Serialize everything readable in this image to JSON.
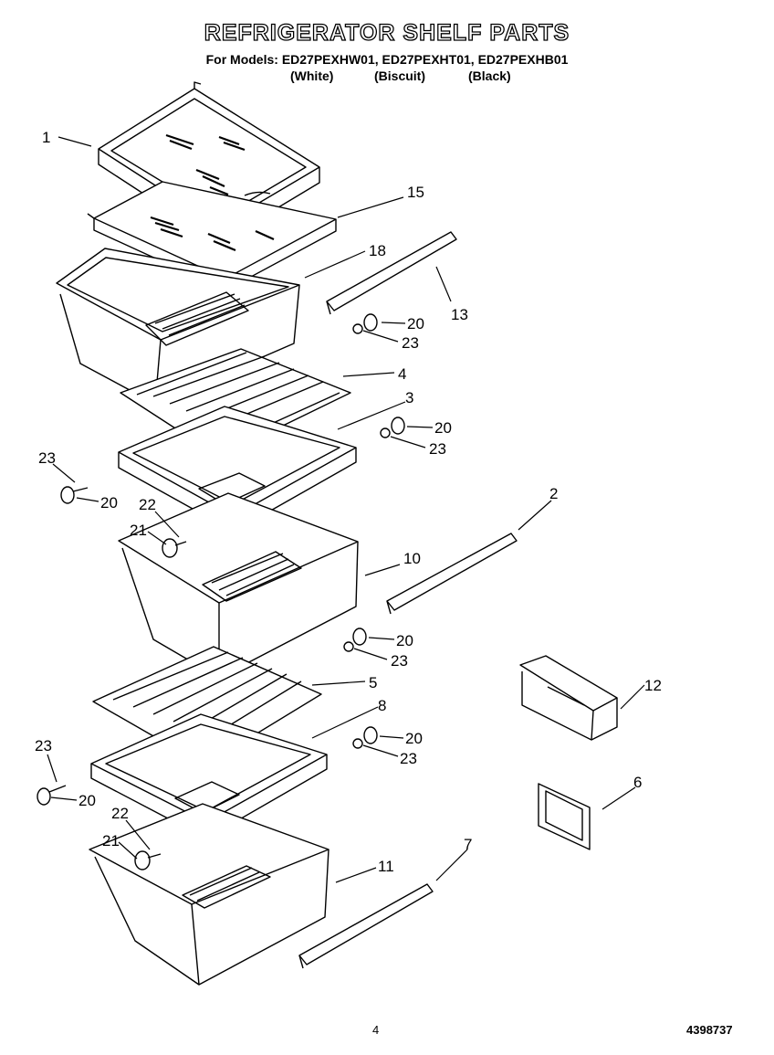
{
  "header": {
    "title": "REFRIGERATOR SHELF PARTS",
    "models_line": "For Models: ED27PEXHW01, ED27PEXHT01, ED27PEXHB01",
    "colors": [
      "(White)",
      "(Biscuit)",
      "(Black)"
    ]
  },
  "callouts": [
    "1",
    "15",
    "18",
    "13",
    "20",
    "23",
    "4",
    "3",
    "20",
    "23",
    "23",
    "20",
    "22",
    "21",
    "2",
    "10",
    "20",
    "23",
    "5",
    "12",
    "8",
    "20",
    "23",
    "23",
    "20",
    "6",
    "22",
    "21",
    "7",
    "11"
  ],
  "footer": {
    "page_number": "4",
    "document_number": "4398737"
  }
}
